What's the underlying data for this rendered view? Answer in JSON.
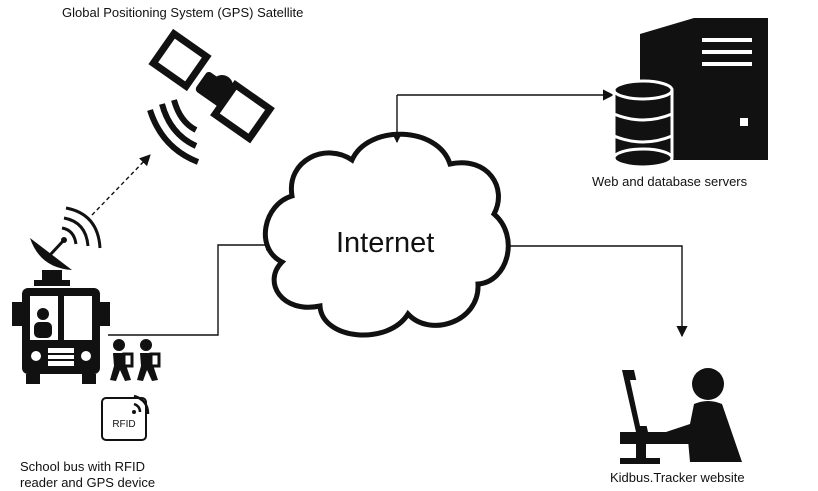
{
  "diagram": {
    "nodes": {
      "satellite": {
        "label": "Global Positioning System (GPS) Satellite",
        "icon": "satellite-icon"
      },
      "internet": {
        "label": "Internet",
        "icon": "cloud-icon"
      },
      "servers": {
        "label": "Web and database servers",
        "icon": "server-icon"
      },
      "bus": {
        "label_line1": "School bus with RFID",
        "label_line2": "reader and GPS device",
        "icons": [
          "satellite-dish-icon",
          "school-bus-icon",
          "students-icon",
          "rfid-tag-icon"
        ]
      },
      "website": {
        "label": "Kidbus.Tracker website",
        "icon": "computer-user-icon"
      },
      "rfid_tag": {
        "text": "RFID"
      }
    },
    "connections": [
      {
        "from": "bus",
        "to": "satellite",
        "style": "dashed"
      },
      {
        "from": "bus",
        "to": "internet",
        "style": "solid"
      },
      {
        "from": "internet",
        "to": "servers",
        "style": "solid",
        "bidirectional": true
      },
      {
        "from": "internet",
        "to": "website",
        "style": "solid"
      }
    ],
    "colors": {
      "ink": "#111111",
      "background": "#ffffff"
    }
  }
}
